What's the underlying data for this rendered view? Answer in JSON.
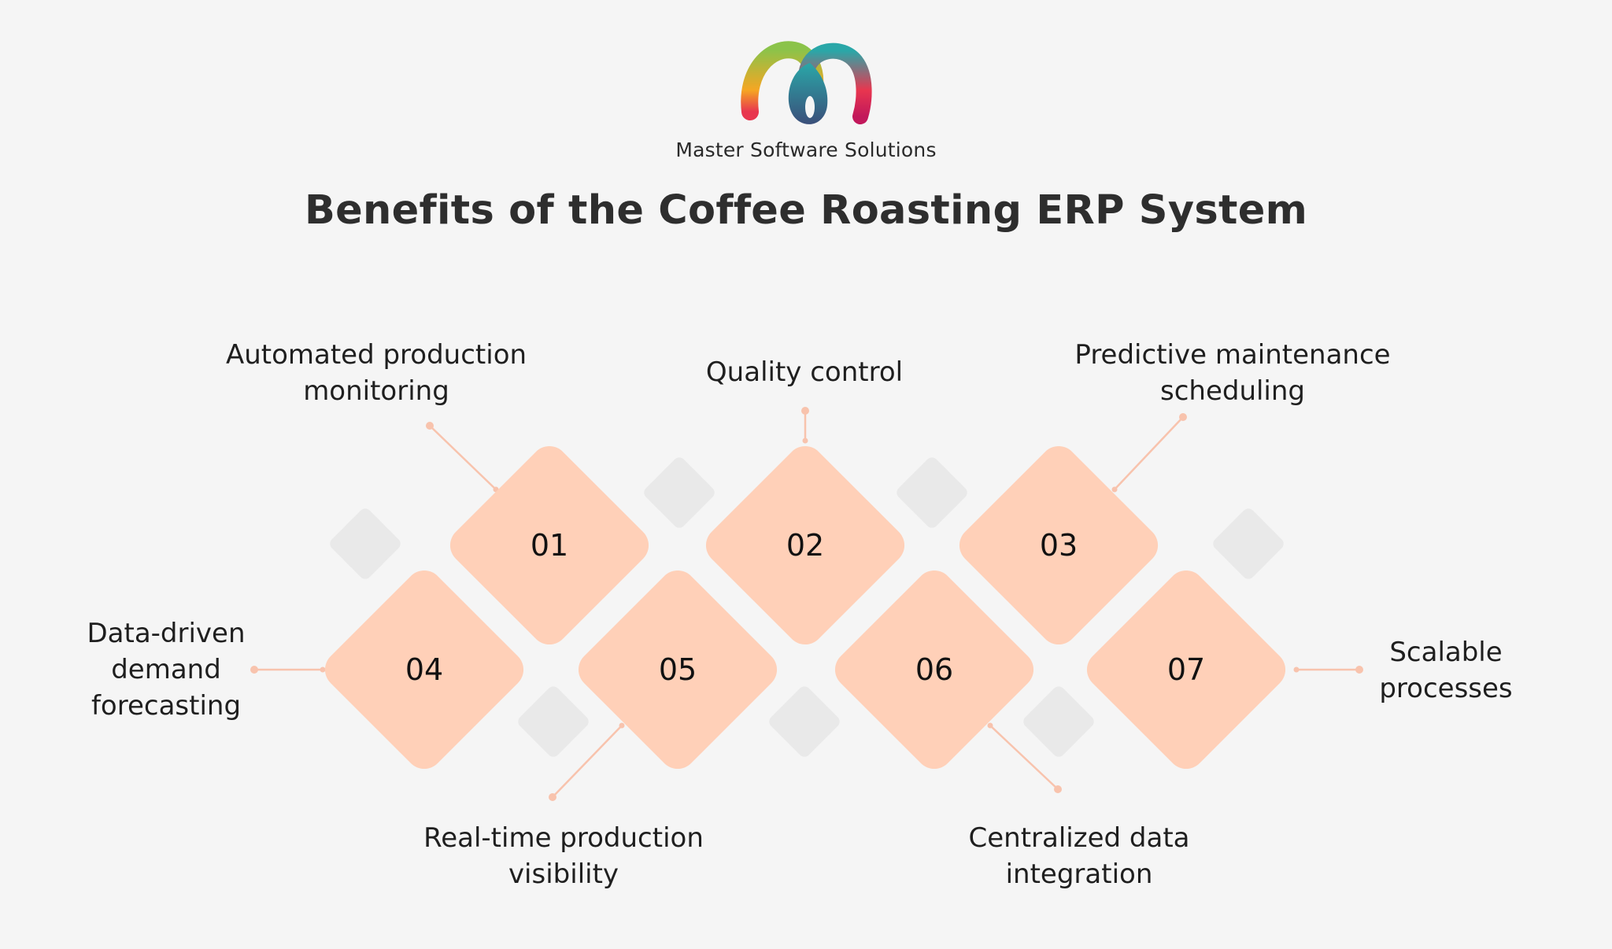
{
  "brand": {
    "name": "Master Software Solutions",
    "logo": "loop-m-logo",
    "colors": [
      "#8bc34a",
      "#f5a623",
      "#e8364f",
      "#2aa7a8",
      "#3b4f7a"
    ]
  },
  "title": "Benefits of the Coffee Roasting ERP System",
  "colors": {
    "tile": "#ffd0b8",
    "connector": "#f8c3ad",
    "ghost_tile": "#e9e9e9"
  },
  "benefits": [
    {
      "number": "01",
      "label_lines": [
        "Automated production",
        "monitoring"
      ]
    },
    {
      "number": "02",
      "label_lines": [
        "Quality control"
      ]
    },
    {
      "number": "03",
      "label_lines": [
        "Predictive maintenance",
        "scheduling"
      ]
    },
    {
      "number": "04",
      "label_lines": [
        "Data-driven",
        "demand",
        "forecasting"
      ]
    },
    {
      "number": "05",
      "label_lines": [
        "Real-time production",
        "visibility"
      ]
    },
    {
      "number": "06",
      "label_lines": [
        "Centralized data",
        "integration"
      ]
    },
    {
      "number": "07",
      "label_lines": [
        "Scalable",
        "processes"
      ]
    }
  ]
}
